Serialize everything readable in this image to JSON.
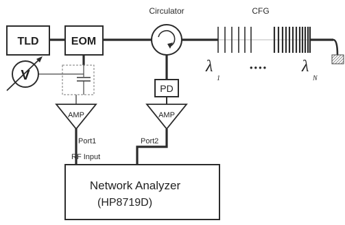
{
  "components": {
    "tld": "TLD",
    "eom": "EOM",
    "circulator": "Circulator",
    "cfg": "CFG",
    "pd": "PD",
    "amp_left": "AMP",
    "amp_right": "AMP",
    "voltage_source": "V"
  },
  "ports": {
    "port1": "Port1",
    "port2": "Port2",
    "rf_input": "RF Input"
  },
  "grating": {
    "lambda_start_symbol": "λ",
    "lambda_start_sub": "1",
    "ellipsis": "••••",
    "lambda_end_symbol": "λ",
    "lambda_end_sub": "N"
  },
  "analyzer": {
    "title": "Network Analyzer",
    "model": "(HP8719D)"
  }
}
